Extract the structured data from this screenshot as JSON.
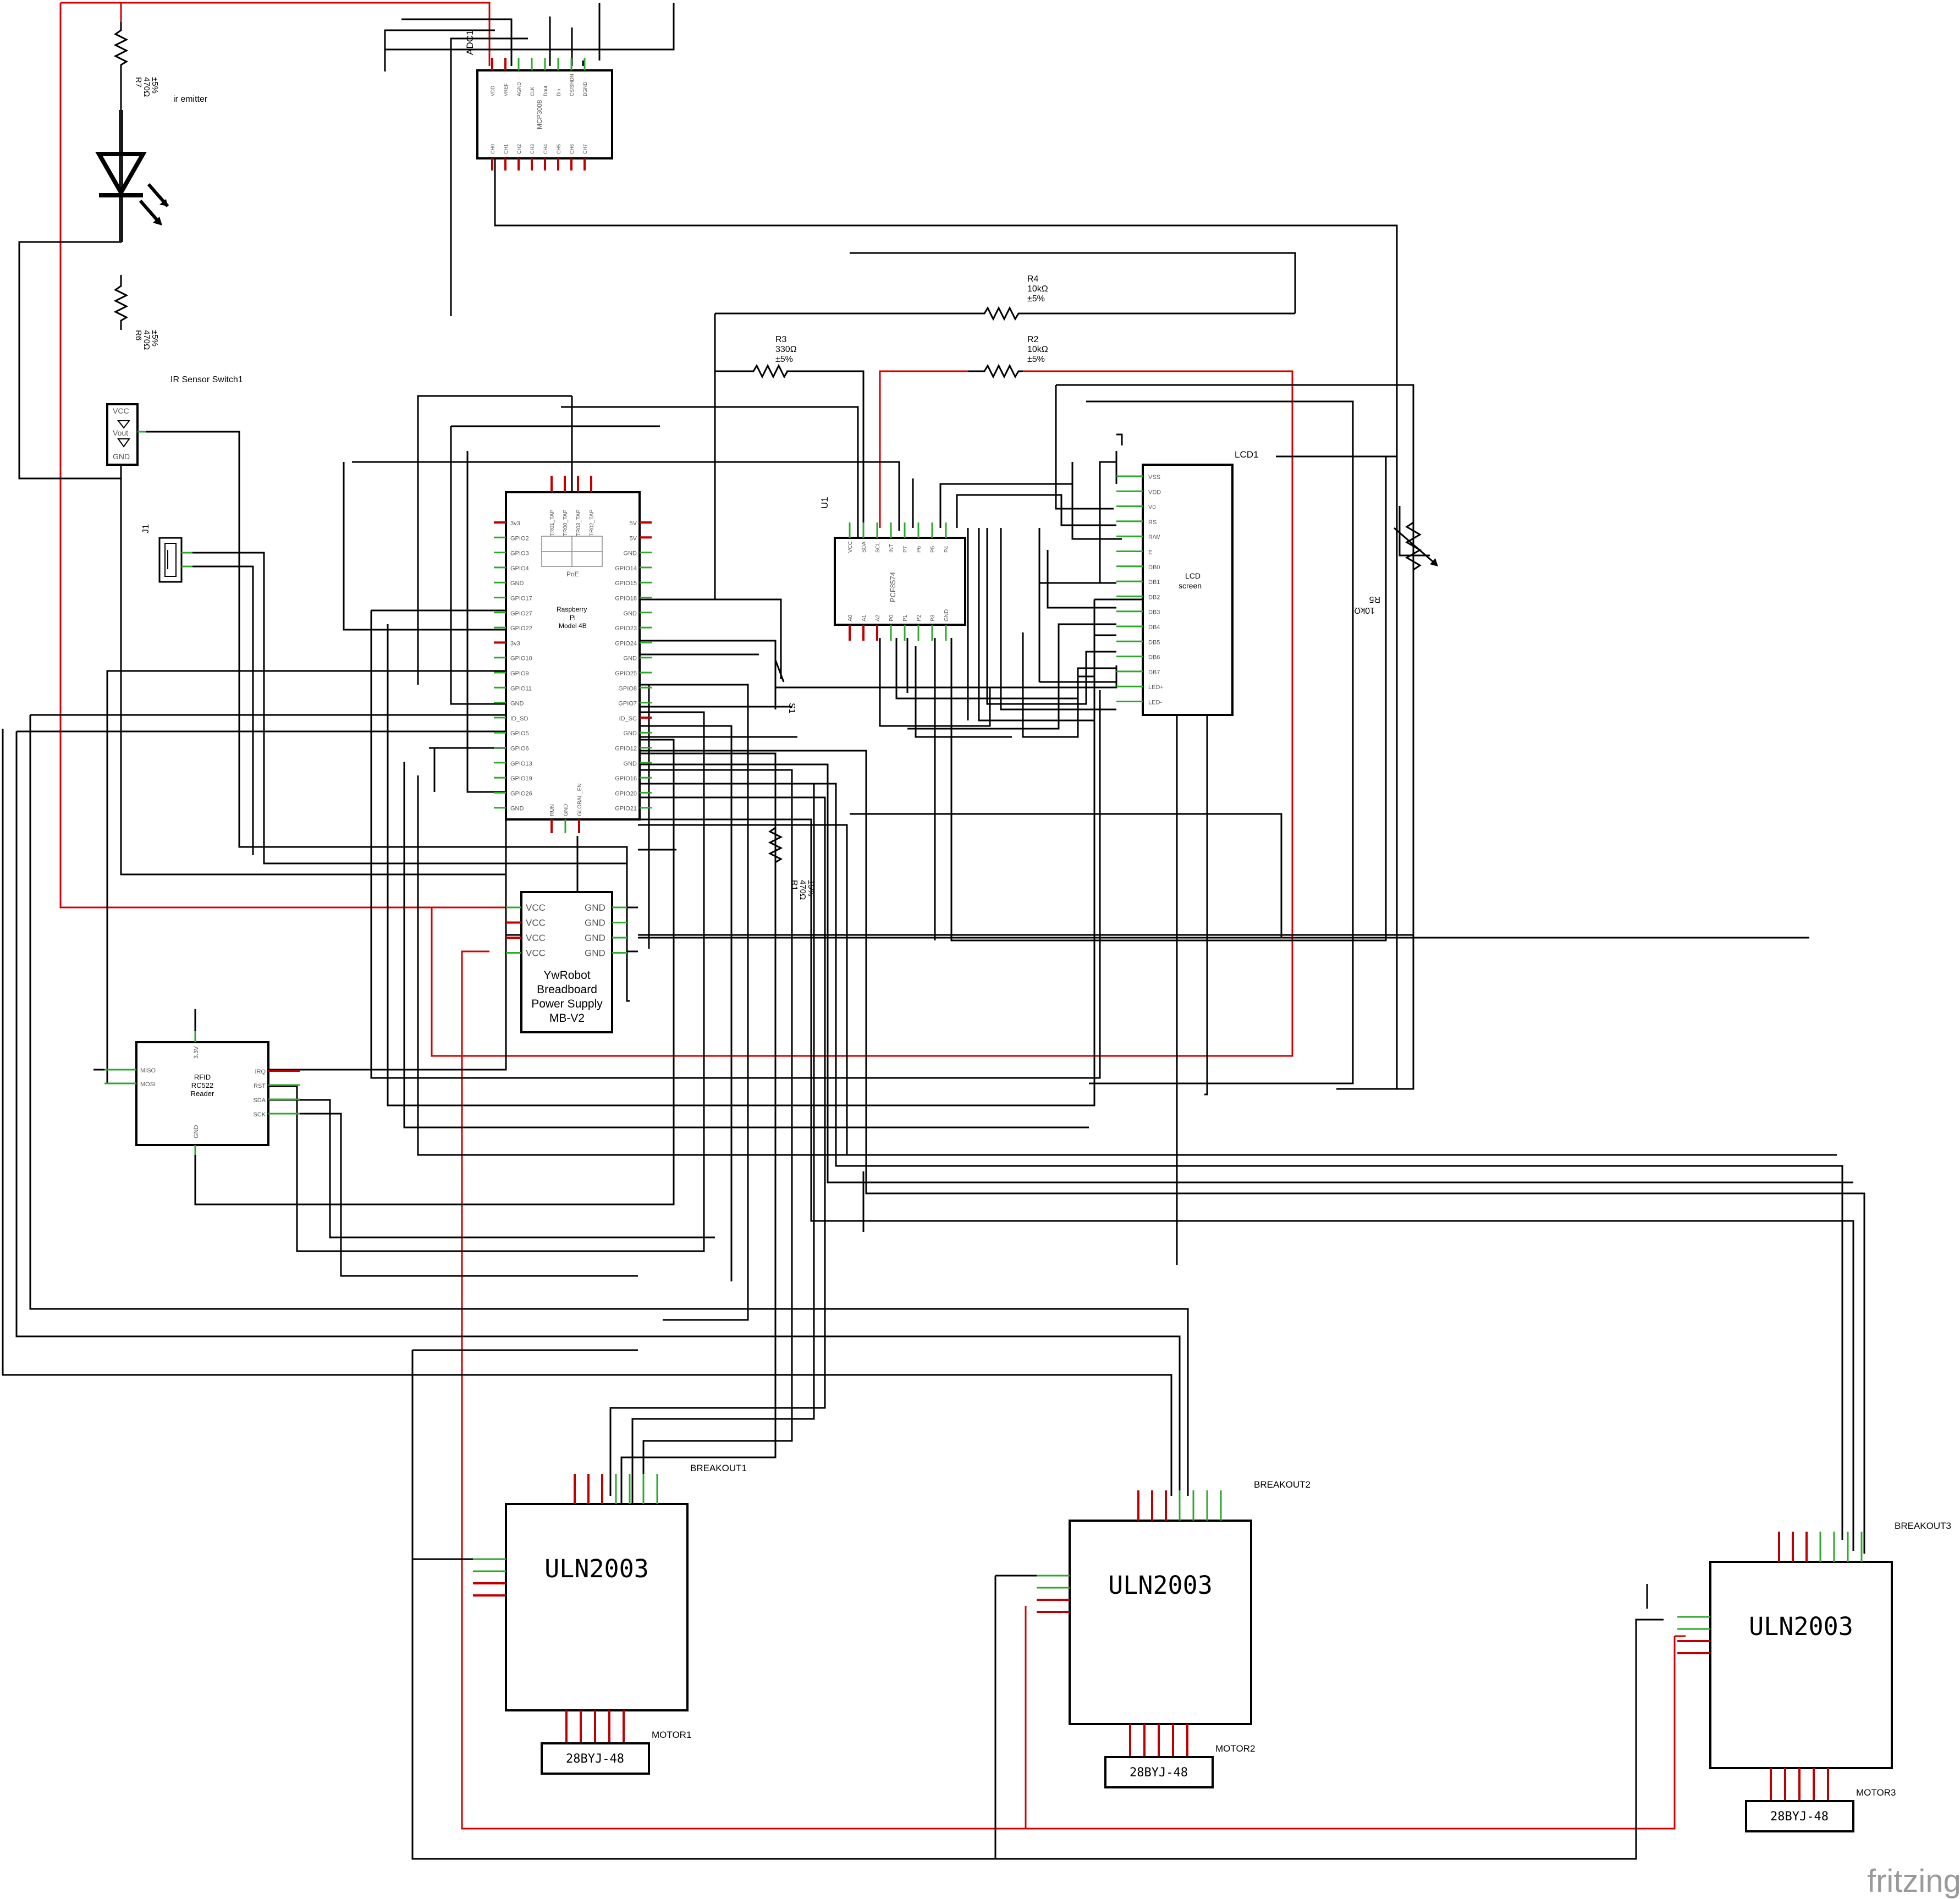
{
  "parts": {
    "r7": {
      "ref": "R7",
      "value": "470Ω",
      "tol": "±5%"
    },
    "r6": {
      "ref": "R6",
      "value": "470Ω",
      "tol": "±5%"
    },
    "r4": {
      "ref": "R4",
      "value": "10kΩ",
      "tol": "±5%"
    },
    "r2": {
      "ref": "R2",
      "value": "10kΩ",
      "tol": "±5%"
    },
    "r3": {
      "ref": "R3",
      "value": "330Ω",
      "tol": "±5%"
    },
    "r1": {
      "ref": "R1",
      "value": "470Ω",
      "tol": "±5%"
    },
    "r5": {
      "ref": "R5",
      "value": "10kΩ"
    },
    "emitter": "ir emitter",
    "ir_sensor": {
      "name": "IR Sensor Switch1",
      "pins": [
        "VCC",
        "Vout",
        "GND"
      ]
    },
    "j1": "J1",
    "s1": "S1",
    "adc": {
      "ref": "ADC1",
      "chip": "MCP3008",
      "top_pins": [
        "VDD",
        "VREF",
        "AGND",
        "CLK",
        "Dout",
        "Din",
        "CS/SHDN",
        "DGND"
      ],
      "bottom_pins": [
        "CH0",
        "CH1",
        "CH2",
        "CH3",
        "CH4",
        "CH5",
        "CH6",
        "CH7"
      ]
    },
    "pcf": {
      "ref": "U1",
      "chip": "PCF8574",
      "top_pins": [
        "VCC",
        "SDA",
        "SCL",
        "INT",
        "P7",
        "P6",
        "P5",
        "P4"
      ],
      "bottom_pins": [
        "A0",
        "A1",
        "A2",
        "P0",
        "P1",
        "P2",
        "P3",
        "GND"
      ]
    },
    "lcd": {
      "ref": "LCD1",
      "title": "LCD",
      "subtitle": "screen",
      "pins": [
        "VSS",
        "VDD",
        "V0",
        "RS",
        "R/W",
        "E",
        "DB0",
        "DB1",
        "DB2",
        "DB3",
        "DB4",
        "DB5",
        "DB6",
        "DB7",
        "LED+",
        "LED-"
      ]
    },
    "rpi": {
      "title1": "Raspberry",
      "title2": "Pi",
      "title3": "Model 4B",
      "poe_label": "PoE",
      "poe_pins": [
        "TR01_TAP",
        "TR00_TAP",
        "TR03_TAP",
        "TR02_TAP"
      ],
      "left_pins": [
        "3v3",
        "GPIO2",
        "GPIO3",
        "GPIO4",
        "GND",
        "GPIO17",
        "GPIO27",
        "GPIO22",
        "3v3",
        "GPIO10",
        "GPIO9",
        "GPIO11",
        "GND",
        "ID_SD",
        "GPIO5",
        "GPIO6",
        "GPIO13",
        "GPIO19",
        "GPIO26",
        "GND"
      ],
      "right_pins": [
        "5V",
        "5V",
        "GND",
        "GPIO14",
        "GPIO15",
        "GPIO18",
        "GND",
        "GPIO23",
        "GPIO24",
        "GND",
        "GPIO25",
        "GPIO8",
        "GPIO7",
        "ID_SC",
        "GND",
        "GPIO12",
        "GND",
        "GPIO16",
        "GPIO20",
        "GPIO21"
      ],
      "bottom_pins": [
        "RUN",
        "GND",
        "GLOBAL_EN"
      ]
    },
    "psu": {
      "title": [
        "YwRobot",
        "Breadboard",
        "Power Supply",
        "MB-V2"
      ],
      "left_pins": [
        "VCC",
        "VCC",
        "VCC",
        "VCC"
      ],
      "right_pins": [
        "GND",
        "GND",
        "GND",
        "GND"
      ]
    },
    "rfid": {
      "title": [
        "RFID",
        "RC522",
        "Reader"
      ],
      "left_pins": [
        "MISO",
        "MOSI"
      ],
      "right_pins": [
        "IRQ",
        "RST",
        "SDA",
        "SCK"
      ],
      "top_pin": "3.3V",
      "bottom_pin": "GND"
    },
    "drivers": [
      {
        "chip": "ULN2003",
        "breakout": "BREAKOUT1",
        "motor_ref": "MOTOR1",
        "motor": "28BYJ-48"
      },
      {
        "chip": "ULN2003",
        "breakout": "BREAKOUT2",
        "motor_ref": "MOTOR2",
        "motor": "28BYJ-48"
      },
      {
        "chip": "ULN2003",
        "breakout": "BREAKOUT3",
        "motor_ref": "MOTOR3",
        "motor": "28BYJ-48"
      }
    ]
  },
  "watermark": "fritzing",
  "colors": {
    "wire": "#000000",
    "power": "#d20000",
    "pin_ok": "#2da82d",
    "pin_open": "#c00000"
  }
}
